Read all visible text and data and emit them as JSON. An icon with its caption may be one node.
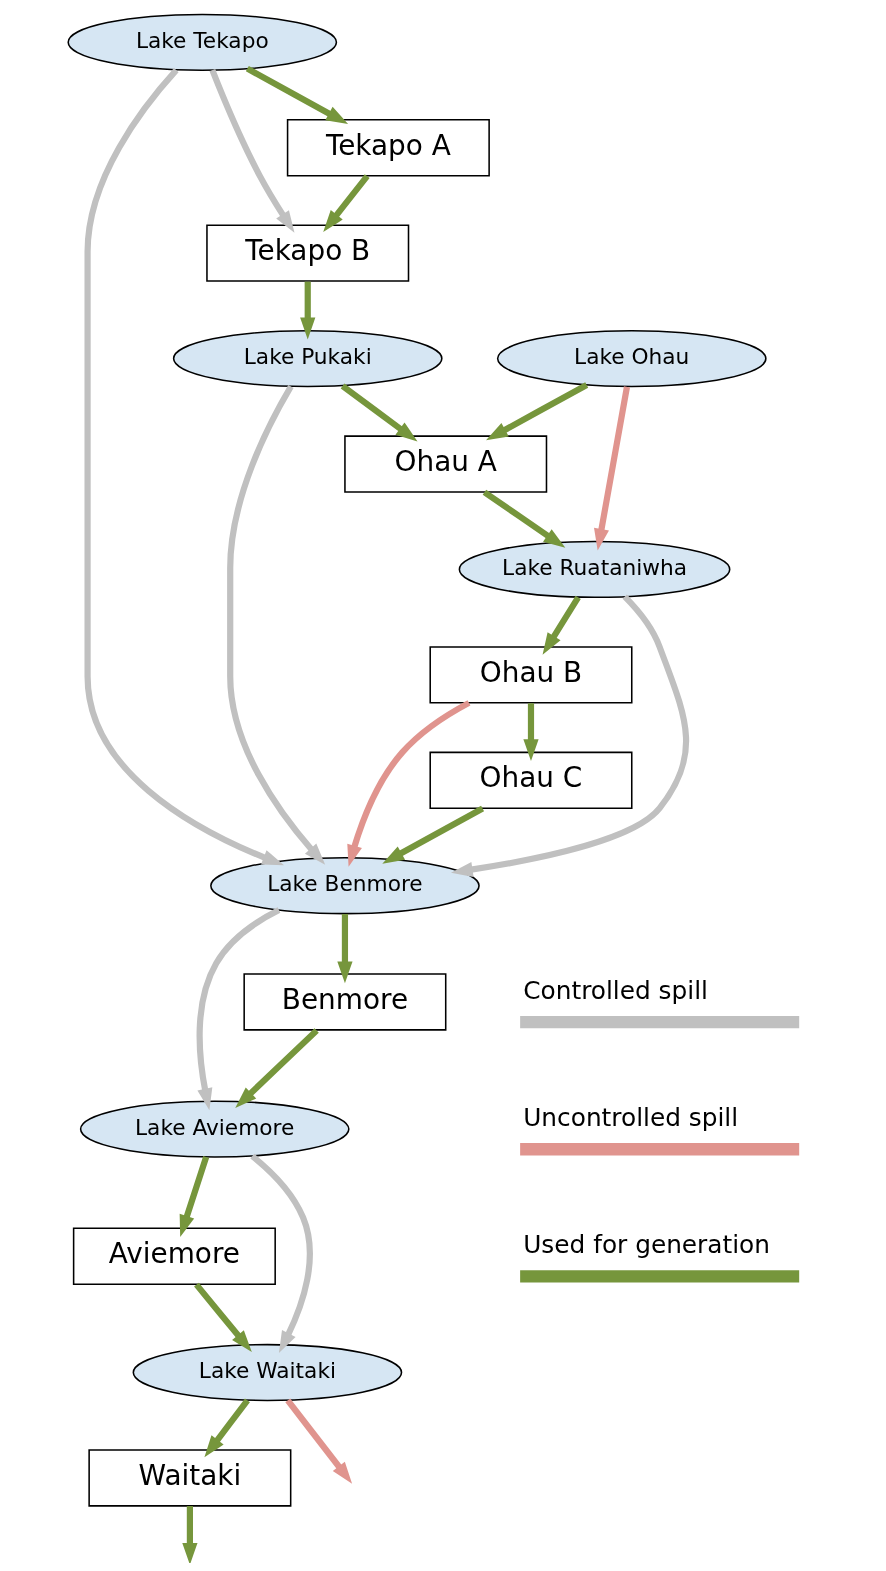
{
  "diagram": {
    "nodes": [
      {
        "text": [
          "Lake Tekapo"
        ]
      },
      {
        "text": [
          "Tekapo A"
        ]
      },
      {
        "text": [
          "Tekapo B"
        ]
      },
      {
        "text": [
          "Lake Ohau"
        ]
      },
      {
        "text": [
          "Lake Pukaki"
        ]
      },
      {
        "text": [
          "Ohau A"
        ]
      },
      {
        "text": [
          "Lake Ruataniwha"
        ]
      },
      {
        "text": [
          "Ohau B"
        ]
      },
      {
        "text": [
          "Ohau C"
        ]
      },
      {
        "text": [
          "Lake Benmore"
        ]
      },
      {
        "text": [
          "Benmore"
        ]
      },
      {
        "text": [
          "Lake Aviemore"
        ]
      },
      {
        "text": [
          "Aviemore"
        ]
      },
      {
        "text": [
          "Lake Waitaki"
        ]
      },
      {
        "text": [
          "Waitaki"
        ]
      }
    ],
    "edges": [
      {
        "from": 0,
        "to": 1,
        "arrow": "to"
      },
      {
        "from": 1,
        "to": 2,
        "arrow": "to"
      },
      {
        "from": 0,
        "to": 2,
        "arrow": "to",
        "color": "#c0c0c0"
      },
      {
        "from": 0,
        "to": 9,
        "arrow": "to",
        "color": "#c0c0c0"
      },
      {
        "from": 2,
        "to": 4,
        "arrow": "to"
      },
      {
        "from": 3,
        "to": 5,
        "arrow": "to"
      },
      {
        "from": 4,
        "to": 5,
        "arrow": "to"
      },
      {
        "from": 3,
        "to": 6,
        "arrow": "to",
        "color": "#e0948e"
      },
      {
        "from": 5,
        "to": 6,
        "arrow": "to"
      },
      {
        "from": 6,
        "to": 7,
        "arrow": "to"
      },
      {
        "from": 6,
        "to": 9,
        "arrow": "to",
        "color": "#c0c0c0"
      },
      {
        "from": 7,
        "to": 8,
        "arrow": "to"
      },
      {
        "from": 7,
        "to": 9,
        "arrow": "to",
        "color": "#e0948e"
      },
      {
        "from": 8,
        "to": 9,
        "arrow": "to"
      },
      {
        "from": 4,
        "to": 9,
        "arrow": "to",
        "color": "#c0c0c0"
      },
      {
        "from": 9,
        "to": 10,
        "arrow": "to"
      },
      {
        "from": 9,
        "to": 11,
        "arrow": "to",
        "color": "#c0c0c0"
      },
      {
        "from": 10,
        "to": 11,
        "arrow": "to"
      },
      {
        "from": 11,
        "to": 12,
        "arrow": "to"
      },
      {
        "from": 11,
        "to": 13,
        "arrow": "to",
        "color": "#c0c0c0"
      },
      {
        "from": 12,
        "to": 13,
        "arrow": "to"
      },
      {
        "from": 13,
        "to": 14,
        "arrow": "to"
      },
      {
        "from": 13,
        "to": null,
        "arrow": "to",
        "color": "#e0948e"
      },
      {
        "from": 14,
        "to": null,
        "arrow": "to"
      }
    ],
    "legend": [
      {
        "text": "Controlled spill"
      },
      {
        "text": "Uncontrolled spill"
      },
      {
        "text": "Used for generation"
      }
    ]
  }
}
